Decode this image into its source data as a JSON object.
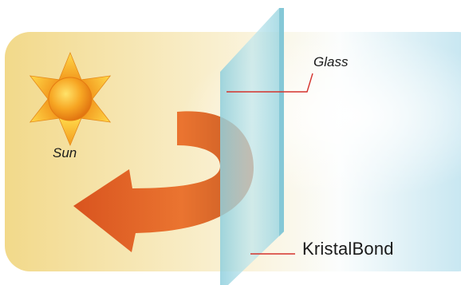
{
  "labels": {
    "glass": "Glass",
    "sun": "Sun",
    "product": "KristalBond"
  },
  "colors": {
    "panel_warm": "#f3dc8f",
    "panel_cool": "#bfe3ef",
    "arrow": "#e2692a",
    "sun_orange": "#f28a1c",
    "sun_yellow": "#ffd23a",
    "glass": "#a9dbe6",
    "leader_line": "#d4322c"
  },
  "icons": [
    "sun-icon",
    "arrow-icon"
  ]
}
